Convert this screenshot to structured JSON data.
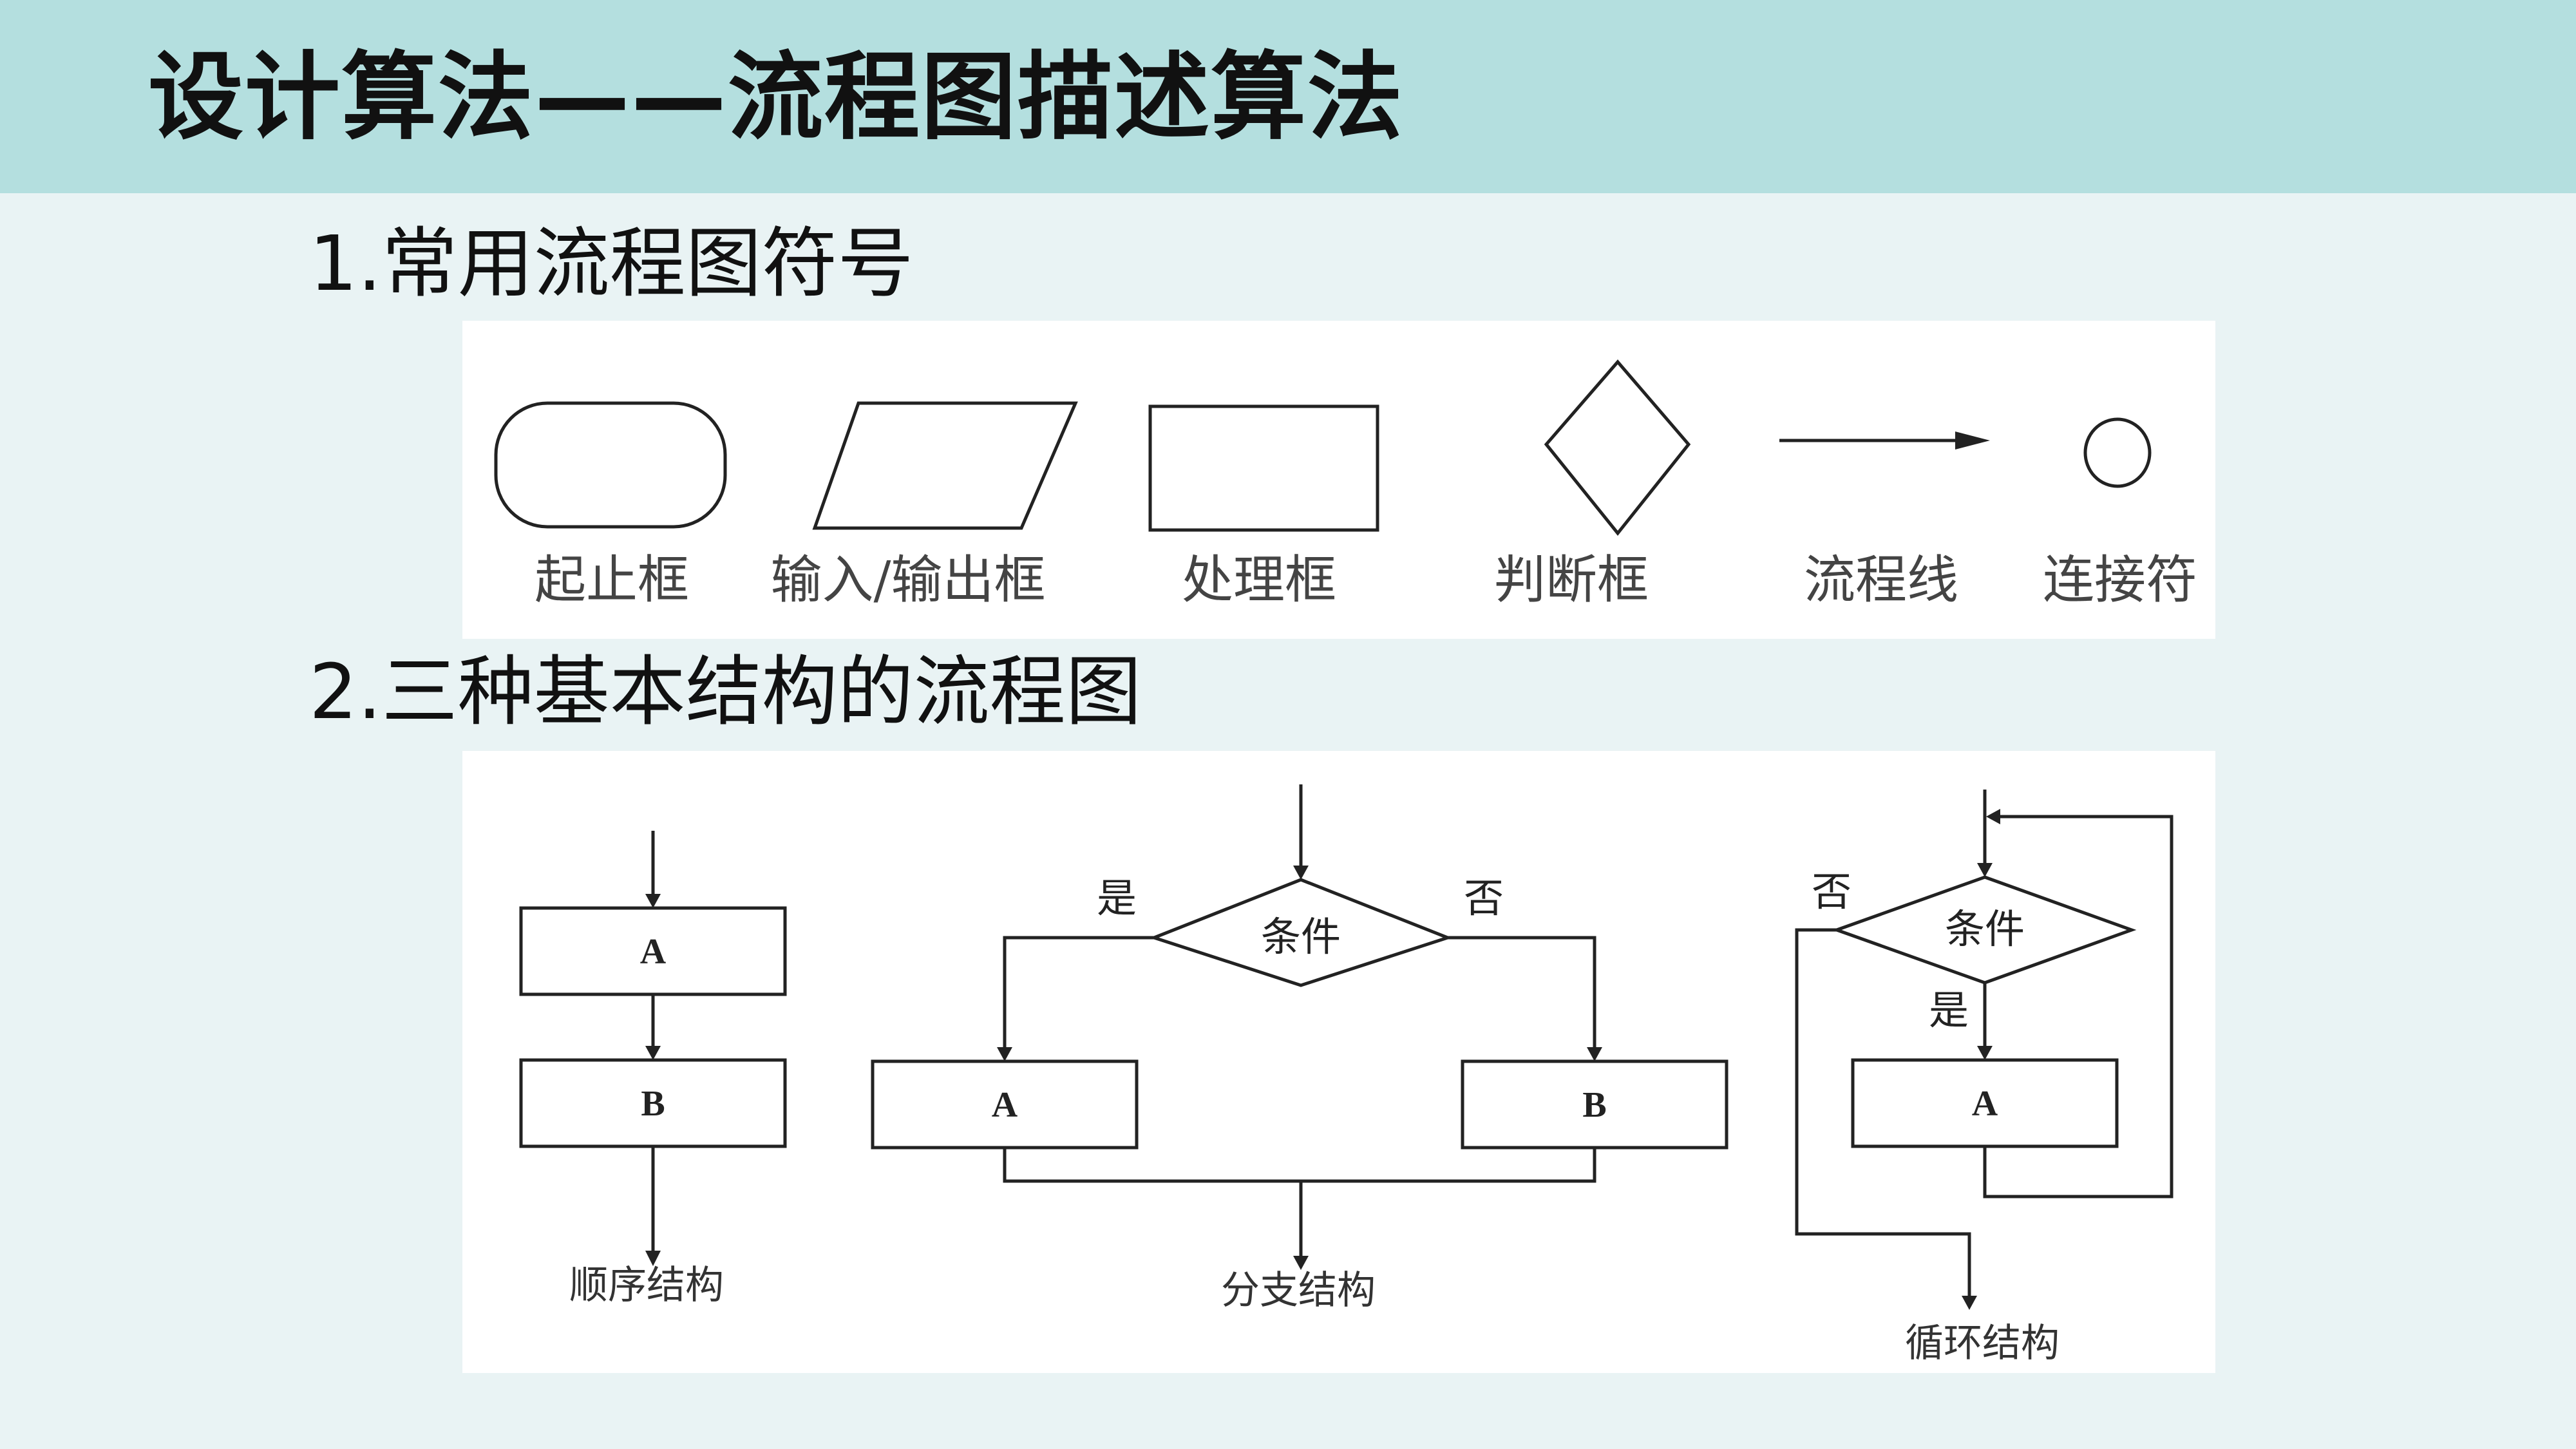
{
  "title": "设计算法——流程图描述算法",
  "section1": {
    "heading": "1.常用流程图符号",
    "symbols": [
      {
        "shape": "rounded-rectangle",
        "caption": "起止框"
      },
      {
        "shape": "parallelogram",
        "caption": "输入/输出框"
      },
      {
        "shape": "rectangle",
        "caption": "处理框"
      },
      {
        "shape": "diamond",
        "caption": "判断框"
      },
      {
        "shape": "arrow",
        "caption": "流程线"
      },
      {
        "shape": "circle",
        "caption": "连接符"
      }
    ]
  },
  "section2": {
    "heading": "2.三种基本结构的流程图",
    "sequence": {
      "box_a": "A",
      "box_b": "B",
      "caption": "顺序结构"
    },
    "branch": {
      "condition": "条件",
      "yes": "是",
      "no": "否",
      "box_a": "A",
      "box_b": "B",
      "caption": "分支结构"
    },
    "loop": {
      "condition": "条件",
      "yes": "是",
      "no": "否",
      "box_a": "A",
      "caption": "循环结构"
    }
  }
}
